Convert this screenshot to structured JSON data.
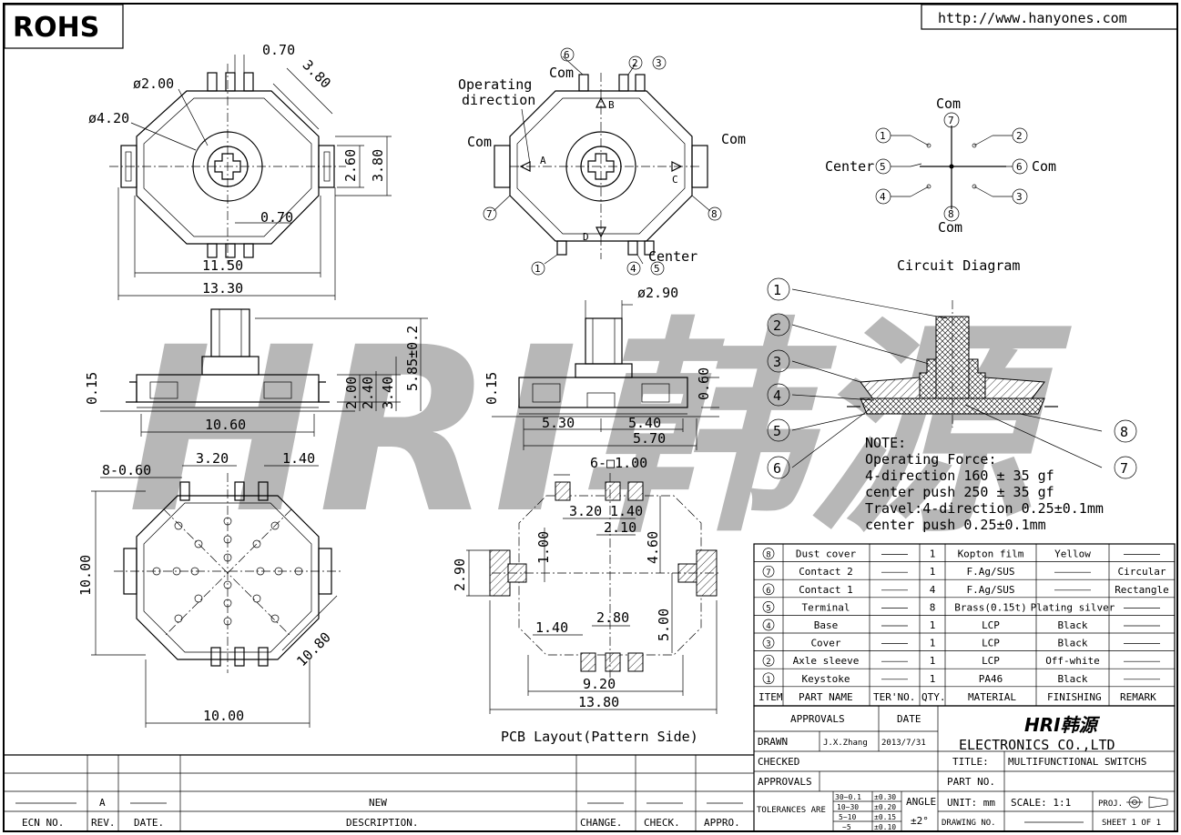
{
  "header": {
    "rohs": "ROHS",
    "url": "http://www.hanyones.com"
  },
  "watermark": "HRI韩源",
  "top_view": {
    "dim_070_top": "0.70",
    "dim_380_diag": "3.80",
    "dim_phi200": "ø2.00",
    "dim_phi420": "ø4.20",
    "dim_260": "2.60",
    "dim_380_right": "3.80",
    "dim_070_bottom": "0.70",
    "dim_1150": "11.50",
    "dim_1330": "13.30"
  },
  "operating_view": {
    "operating_direction": "Operating\ndirection",
    "label_a": "A",
    "label_b": "B",
    "label_c": "C",
    "label_d": "D",
    "com_left": "Com",
    "com_right": "Com",
    "com_top": "Com",
    "center": "Center",
    "n1": "1",
    "n2": "2",
    "n3": "3",
    "n4": "4",
    "n5": "5",
    "n6": "6",
    "n7": "7",
    "n8": "8"
  },
  "circuit": {
    "com_top": "Com",
    "com_bottom": "Com",
    "com_right": "Com",
    "center": "Center",
    "title": "Circuit Diagram"
  },
  "side_view": {
    "dim_015": "0.15",
    "dim_1060": "10.60",
    "dim_200": "2.00",
    "dim_240": "2.40",
    "dim_340": "3.40",
    "dim_585": "5.85±0.2"
  },
  "side_view_2": {
    "dim_phi290": "ø2.90",
    "dim_015": "0.15",
    "dim_060": "0.60",
    "dim_530": "5.30",
    "dim_540": "5.40",
    "dim_570": "5.70"
  },
  "bottom_view": {
    "dim_8060": "8-0.60",
    "dim_320": "3.20",
    "dim_140": "1.40",
    "dim_1000_v": "10.00",
    "dim_1080": "10.80",
    "dim_1000_h": "10.00"
  },
  "pcb": {
    "dim_6sq": "6-□1.00",
    "dim_320": "3.20",
    "dim_140": "1.40",
    "dim_210": "2.10",
    "dim_460": "4.60",
    "dim_100": "1.00",
    "dim_290": "2.90",
    "dim_280": "2.80",
    "dim_140b": "1.40",
    "dim_500": "5.00",
    "dim_920": "9.20",
    "dim_1380": "13.80",
    "caption": "PCB Layout(Pattern Side)"
  },
  "note": {
    "title": "NOTE:",
    "lines": [
      "Operating Force:",
      "4-direction 160 ± 35 gf",
      "center push 250 ± 35 gf",
      "Travel:4-direction 0.25±0.1mm",
      "center push 0.25±0.1mm"
    ]
  },
  "section_numbers": [
    "1",
    "2",
    "3",
    "4",
    "5",
    "6",
    "7",
    "8"
  ],
  "bom": {
    "rows": [
      {
        "no": "8",
        "name": "Dust cover",
        "ter": "",
        "qty": "1",
        "material": "Kopton film",
        "finishing": "Yellow",
        "remark": ""
      },
      {
        "no": "7",
        "name": "Contact 2",
        "ter": "",
        "qty": "1",
        "material": "F.Ag/SUS",
        "finishing": "",
        "remark": "Circular"
      },
      {
        "no": "6",
        "name": "Contact 1",
        "ter": "",
        "qty": "4",
        "material": "F.Ag/SUS",
        "finishing": "",
        "remark": "Rectangle"
      },
      {
        "no": "5",
        "name": "Terminal",
        "ter": "",
        "qty": "8",
        "material": "Brass(0.15t)",
        "finishing": "Plating silver",
        "remark": ""
      },
      {
        "no": "4",
        "name": "Base",
        "ter": "",
        "qty": "1",
        "material": "LCP",
        "finishing": "Black",
        "remark": ""
      },
      {
        "no": "3",
        "name": "Cover",
        "ter": "",
        "qty": "1",
        "material": "LCP",
        "finishing": "Black",
        "remark": ""
      },
      {
        "no": "2",
        "name": "Axle sleeve",
        "ter": "",
        "qty": "1",
        "material": "LCP",
        "finishing": "Off-white",
        "remark": ""
      },
      {
        "no": "1",
        "name": "Keystoke",
        "ter": "",
        "qty": "1",
        "material": "PA46",
        "finishing": "Black",
        "remark": ""
      }
    ],
    "headers": {
      "item": "ITEM",
      "part": "PART NAME",
      "ter": "TER'NO.",
      "qty": "QTY.",
      "material": "MATERIAL",
      "finishing": "FINISHING",
      "remark": "REMARK"
    }
  },
  "title_block": {
    "approvals": "APPROVALS",
    "date": "DATE",
    "drawn": "DRAWN",
    "drawn_by": "J.X.Zhang",
    "drawn_date": "2013/7/31",
    "checked": "CHECKED",
    "approvals2": "APPROVALS",
    "logo": "HRI韩源",
    "company": "ELECTRONICS CO.,LTD",
    "title_label": "TITLE:",
    "title_value": "MULTIFUNCTIONAL SWITCHS",
    "part_no": "PART NO.",
    "tolerances": "TOLERANCES ARE",
    "tol_ranges": [
      "30~0.1",
      "10~30",
      "5~10",
      "~5"
    ],
    "tol_values": [
      "±0.30",
      "±0.20",
      "±0.15",
      "±0.10"
    ],
    "angle": "ANGLE",
    "angle_tol": "±2°",
    "unit": "UNIT: mm",
    "scale": "SCALE:  1:1",
    "proj": "PROJ.",
    "drawing_no": "DRAWING NO.",
    "sheet": "SHEET  1 OF 1"
  },
  "revision": {
    "rev_value": "A",
    "desc_value": "NEW",
    "headers": {
      "ecn": "ECN NO.",
      "rev": "REV.",
      "date": "DATE.",
      "desc": "DESCRIPTION.",
      "change": "CHANGE.",
      "check": "CHECK.",
      "appro": "APPRO."
    }
  }
}
